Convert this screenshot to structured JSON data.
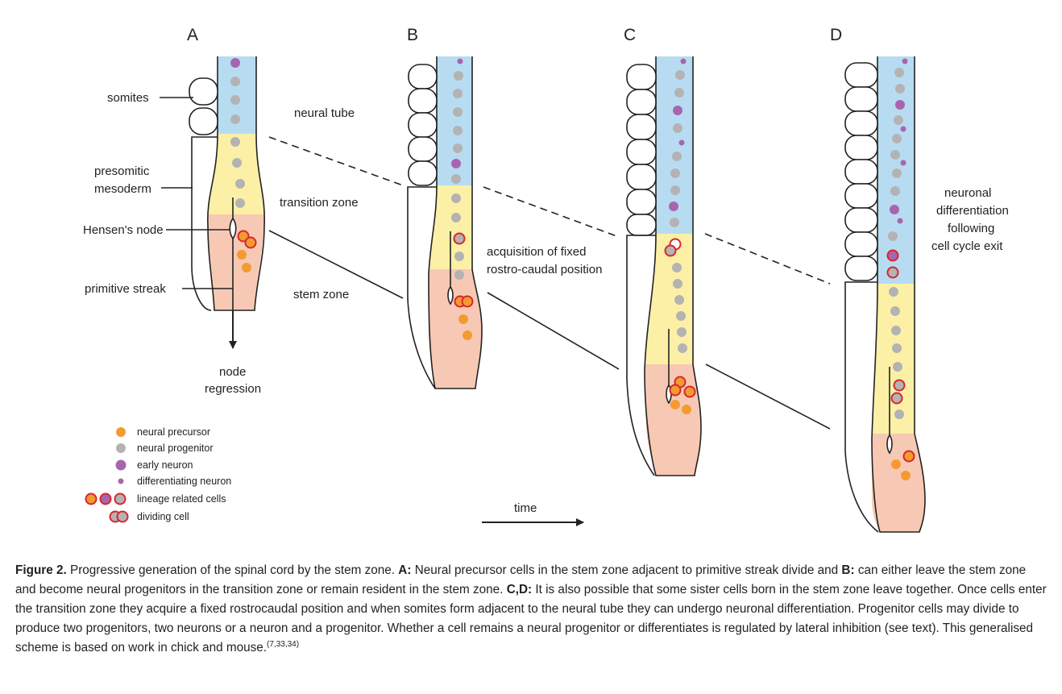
{
  "panels": [
    "A",
    "B",
    "C",
    "D"
  ],
  "labels": {
    "somites": "somites",
    "presomitic_1": "presomitic",
    "presomitic_2": "mesoderm",
    "hensens_node": "Hensen's node",
    "primitive_streak": "primitive streak",
    "node_regression_1": "node",
    "node_regression_2": "regression",
    "neural_tube": "neural tube",
    "transition_zone": "transition zone",
    "stem_zone": "stem zone",
    "acquisition_1": "acquisition of fixed",
    "acquisition_2": "rostro-caudal position",
    "neuronal_1": "neuronal",
    "neuronal_2": "differentiation",
    "neuronal_3": "following",
    "neuronal_4": "cell cycle exit",
    "time": "time"
  },
  "legend": [
    {
      "label": "neural precursor"
    },
    {
      "label": "neural progenitor"
    },
    {
      "label": "early neuron"
    },
    {
      "label": "differentiating neuron"
    },
    {
      "label": "lineage related cells"
    },
    {
      "label": "dividing cell"
    }
  ],
  "colors": {
    "neural_tube": "#b7dcf2",
    "transition_zone": "#fbf0a6",
    "stem_zone": "#f7c9b4",
    "precursor": "#f39a32",
    "progenitor": "#b3b3b3",
    "neuron": "#a865ad",
    "lineage_ring": "#d8262c"
  },
  "caption": {
    "figure_label": "Figure 2.",
    "sentence_1": "Progressive generation of the spinal cord by the stem zone.",
    "label_a": "A:",
    "text_a": "Neural precursor cells in the stem zone adjacent to primitive streak divide and",
    "label_b": "B:",
    "text_b": "can either leave the stem zone and become neural progenitors in the transition zone or remain resident in the stem zone.",
    "label_cd": "C,D:",
    "text_cd": "It is also possible that some sister cells born in the stem zone leave together. Once cells enter the transition zone they acquire a fixed rostrocaudal position and when somites form adjacent to the neural tube they can undergo neuronal differentiation. Progenitor cells may divide to produce two progenitors, two neurons or a neuron and a progenitor. Whether a cell remains a neural progenitor or differentiates is regulated by lateral inhibition (see text). This generalised scheme is based on work in chick and mouse.",
    "refs": "(7,33,34)"
  }
}
